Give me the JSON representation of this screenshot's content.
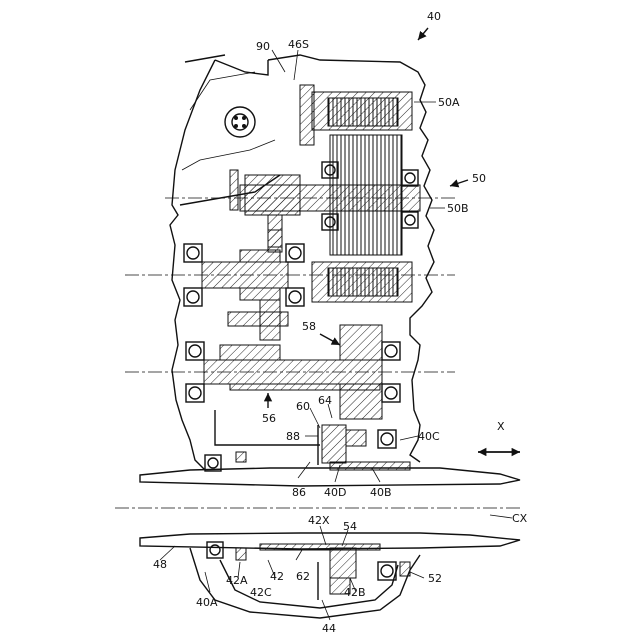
{
  "labels": {
    "assembly": "40",
    "upper_left_cover": "90",
    "sensor": "46S",
    "stator": "50A",
    "motor": "50",
    "rotor_shaft": "50B",
    "gear": "58",
    "output_gear": "64",
    "flange": "60",
    "axle": "56",
    "brake": "88",
    "bearing_c": "40C",
    "plate_86": "86",
    "hub_d": "40D",
    "hub_b": "40B",
    "direction": "X",
    "crank_part": "42X",
    "lower_gear": "54",
    "axis_label": "CX",
    "pedal": "48",
    "crank_a": "42A",
    "crank": "42",
    "crank_c": "42C",
    "arm": "62",
    "crank_b": "42B",
    "ring": "52",
    "housing_a": "40A",
    "part_44": "44"
  }
}
